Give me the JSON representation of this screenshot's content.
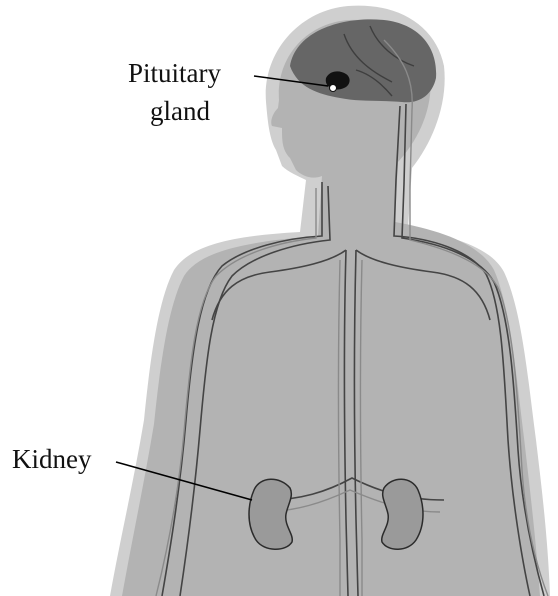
{
  "labels": {
    "pituitary_line1": "Pituitary",
    "pituitary_line2": "gland",
    "kidney": "Kidney"
  },
  "colors": {
    "background": "#ffffff",
    "body_outline": "#cfcfcf",
    "body_fill": "#b3b3b3",
    "brain": "#666666",
    "pituitary": "#111111",
    "kidney": "#9a9a9a",
    "vessel_dark": "#444444",
    "vessel_light": "#8a8a8a",
    "leader_line": "#000000"
  }
}
